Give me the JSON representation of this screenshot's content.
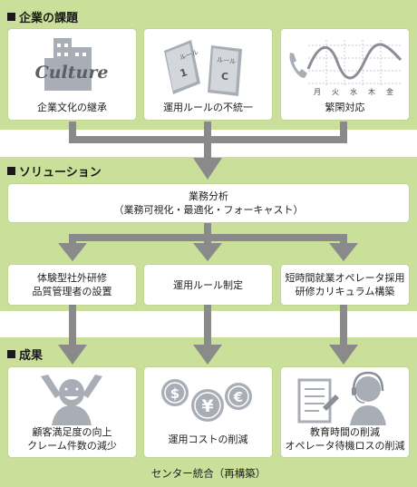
{
  "sections": {
    "issues": {
      "title": "企業の課題"
    },
    "solutions": {
      "title": "ソリューション"
    },
    "results": {
      "title": "成果"
    }
  },
  "issues": [
    {
      "label": "企業文化の継承",
      "icon": "culture-buildings-icon",
      "icon_text": "Culture"
    },
    {
      "label": "運用ルールの不統一",
      "icon": "rule-books-icon",
      "book1_title": "ルール",
      "book1_num": "1",
      "book2_title": "ルール",
      "book2_num": "C"
    },
    {
      "label": "繁閑対応",
      "icon": "phone-wave-icon",
      "weekdays": [
        "月",
        "火",
        "水",
        "木",
        "金"
      ]
    }
  ],
  "solution_main": {
    "line1": "業務分析",
    "line2": "（業務可視化・最適化・フォーキャスト）"
  },
  "solutions": [
    {
      "line1": "体験型社外研修",
      "line2": "品質管理者の設置"
    },
    {
      "line1": "運用ルール制定",
      "line2": ""
    },
    {
      "line1": "短時間就業オペレータ採用",
      "line2": "研修カリキュラム構築"
    }
  ],
  "results": [
    {
      "line1": "顧客満足度の向上",
      "line2": "クレーム件数の減少",
      "icon": "happy-person-icon"
    },
    {
      "line1": "運用コストの削減",
      "line2": "",
      "icon": "currency-coins-icon",
      "coins": [
        "$",
        "¥",
        "€"
      ]
    },
    {
      "line1": "教育時間の削減",
      "line2": "オペレータ待機ロスの削減",
      "icon": "document-operator-icon"
    }
  ],
  "footer": "センター統合（再構築）",
  "colors": {
    "band": "#c9df9a",
    "arrow": "#8a8a8a",
    "icon_gray": "#a9aeb6"
  }
}
